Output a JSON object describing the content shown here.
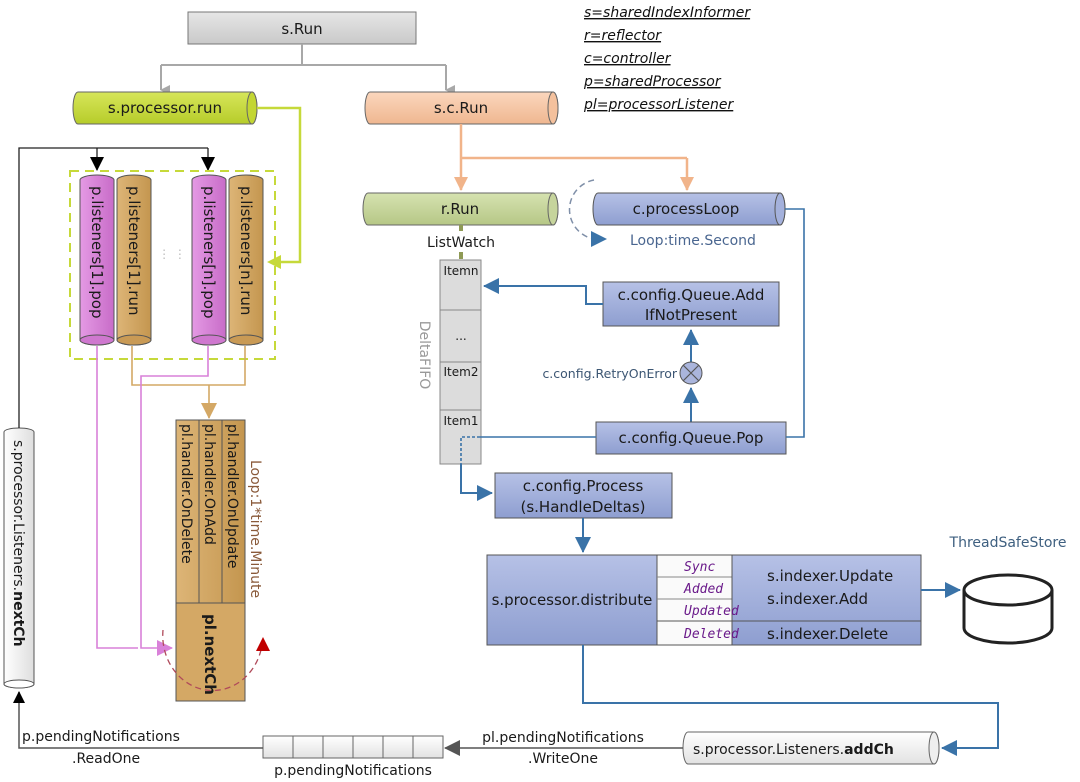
{
  "legend": [
    "s=sharedIndexInformer",
    "r=reflector",
    "c=controller",
    "p=sharedProcessor",
    "pl=processorListener"
  ],
  "nodes": {
    "s_run": "s.Run",
    "processor_run": "s.processor.run",
    "sc_run": "s.c.Run",
    "r_run": "r.Run",
    "process_loop": "c.processLoop",
    "loop_second": "Loop:time.Second",
    "list_watch": "ListWatch",
    "delta_fifo": "DeltaFIFO",
    "fifo_items": [
      "Itemn",
      "...",
      "Item2",
      "Item1"
    ],
    "queue_add_line1": "c.config.Queue.Add",
    "queue_add_line2": "IfNotPresent",
    "retry_on_error": "c.config.RetryOnError",
    "queue_pop": "c.config.Queue.Pop",
    "process_line1": "c.config.Process",
    "process_line2": "(s.HandleDeltas)",
    "distribute": "s.processor.distribute",
    "delta_types": [
      "Sync",
      "Added",
      "Updated",
      "Deleted"
    ],
    "indexer_update": "s.indexer.Update",
    "indexer_add": "s.indexer.Add",
    "indexer_delete": "s.indexer.Delete",
    "thread_safe_store": "ThreadSafeStore",
    "listeners": [
      "p.listeners[1].pop",
      "p.listeners[1].run",
      "p.listeners[n].pop",
      "p.listeners[n].run"
    ],
    "listeners_ellipsis": "⋮ ⋮",
    "handlers": [
      "pl.handler.OnDelete",
      "pl.handler.OnAdd",
      "pl.handler.OnUpdate"
    ],
    "next_ch": "pl.nextCh",
    "loop_minute": "Loop:1*time.Minute",
    "listeners_nextch_prefix": "s.processor.Listeners.",
    "listeners_nextch_bold": "nextCh",
    "pending_read_line1": "p.pendingNotifications",
    "pending_read_line2": ".ReadOne",
    "pending_buffer": "p.pendingNotifications",
    "pending_write_line1": "pl.pendingNotifications",
    "pending_write_line2": ".WriteOne",
    "add_ch_prefix": "s.processor.Listeners.",
    "add_ch_bold": "addCh"
  },
  "colors": {
    "gray_box": "#d4d4d4",
    "lime": "#c6d93a",
    "peach": "#f6c8a6",
    "olive_green": "#c5d49a",
    "blue_box": "#9fadd8",
    "pink": "#d981d9",
    "tan": "#d4a865",
    "arrow_blue": "#3a73a8",
    "arrow_peach": "#f1b48a",
    "arrow_gray": "#aaaaaa",
    "loop_red": "#c00000"
  }
}
